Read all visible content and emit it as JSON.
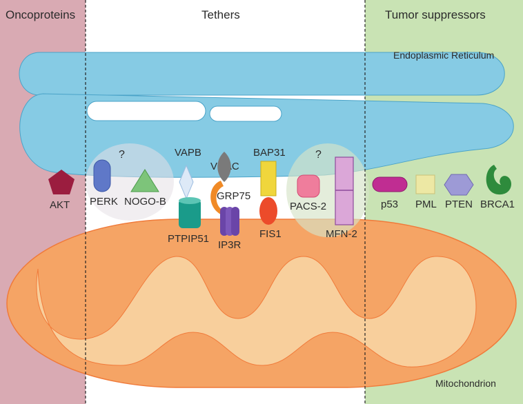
{
  "sections": {
    "oncoproteins": "Oncoproteins",
    "tethers": "Tethers",
    "tumor_suppressors": "Tumor suppressors"
  },
  "organelles": {
    "er": "Endoplasmic Reticulum",
    "mito": "Mitochondrion"
  },
  "question_mark": "?",
  "proteins": {
    "akt": "AKT",
    "perk": "PERK",
    "nogo_b": "NOGO-B",
    "vapb": "VAPB",
    "ptpip51": "PTPIP51",
    "vdac": "VDAC",
    "grp75": "GRP75",
    "ip3r": "IP3R",
    "bap31": "BAP31",
    "fis1": "FIS1",
    "pacs2": "PACS-2",
    "mfn2": "MFN-2",
    "p53": "p53",
    "pml": "PML",
    "pten": "PTEN",
    "brca1": "BRCA1"
  },
  "colors": {
    "onco_bg": "#d9aab3",
    "tumor_bg": "#c9e3b4",
    "er_fill": "#86cbe4",
    "mito_outer": "#f5a465",
    "mito_inner": "#f8cf9c"
  }
}
